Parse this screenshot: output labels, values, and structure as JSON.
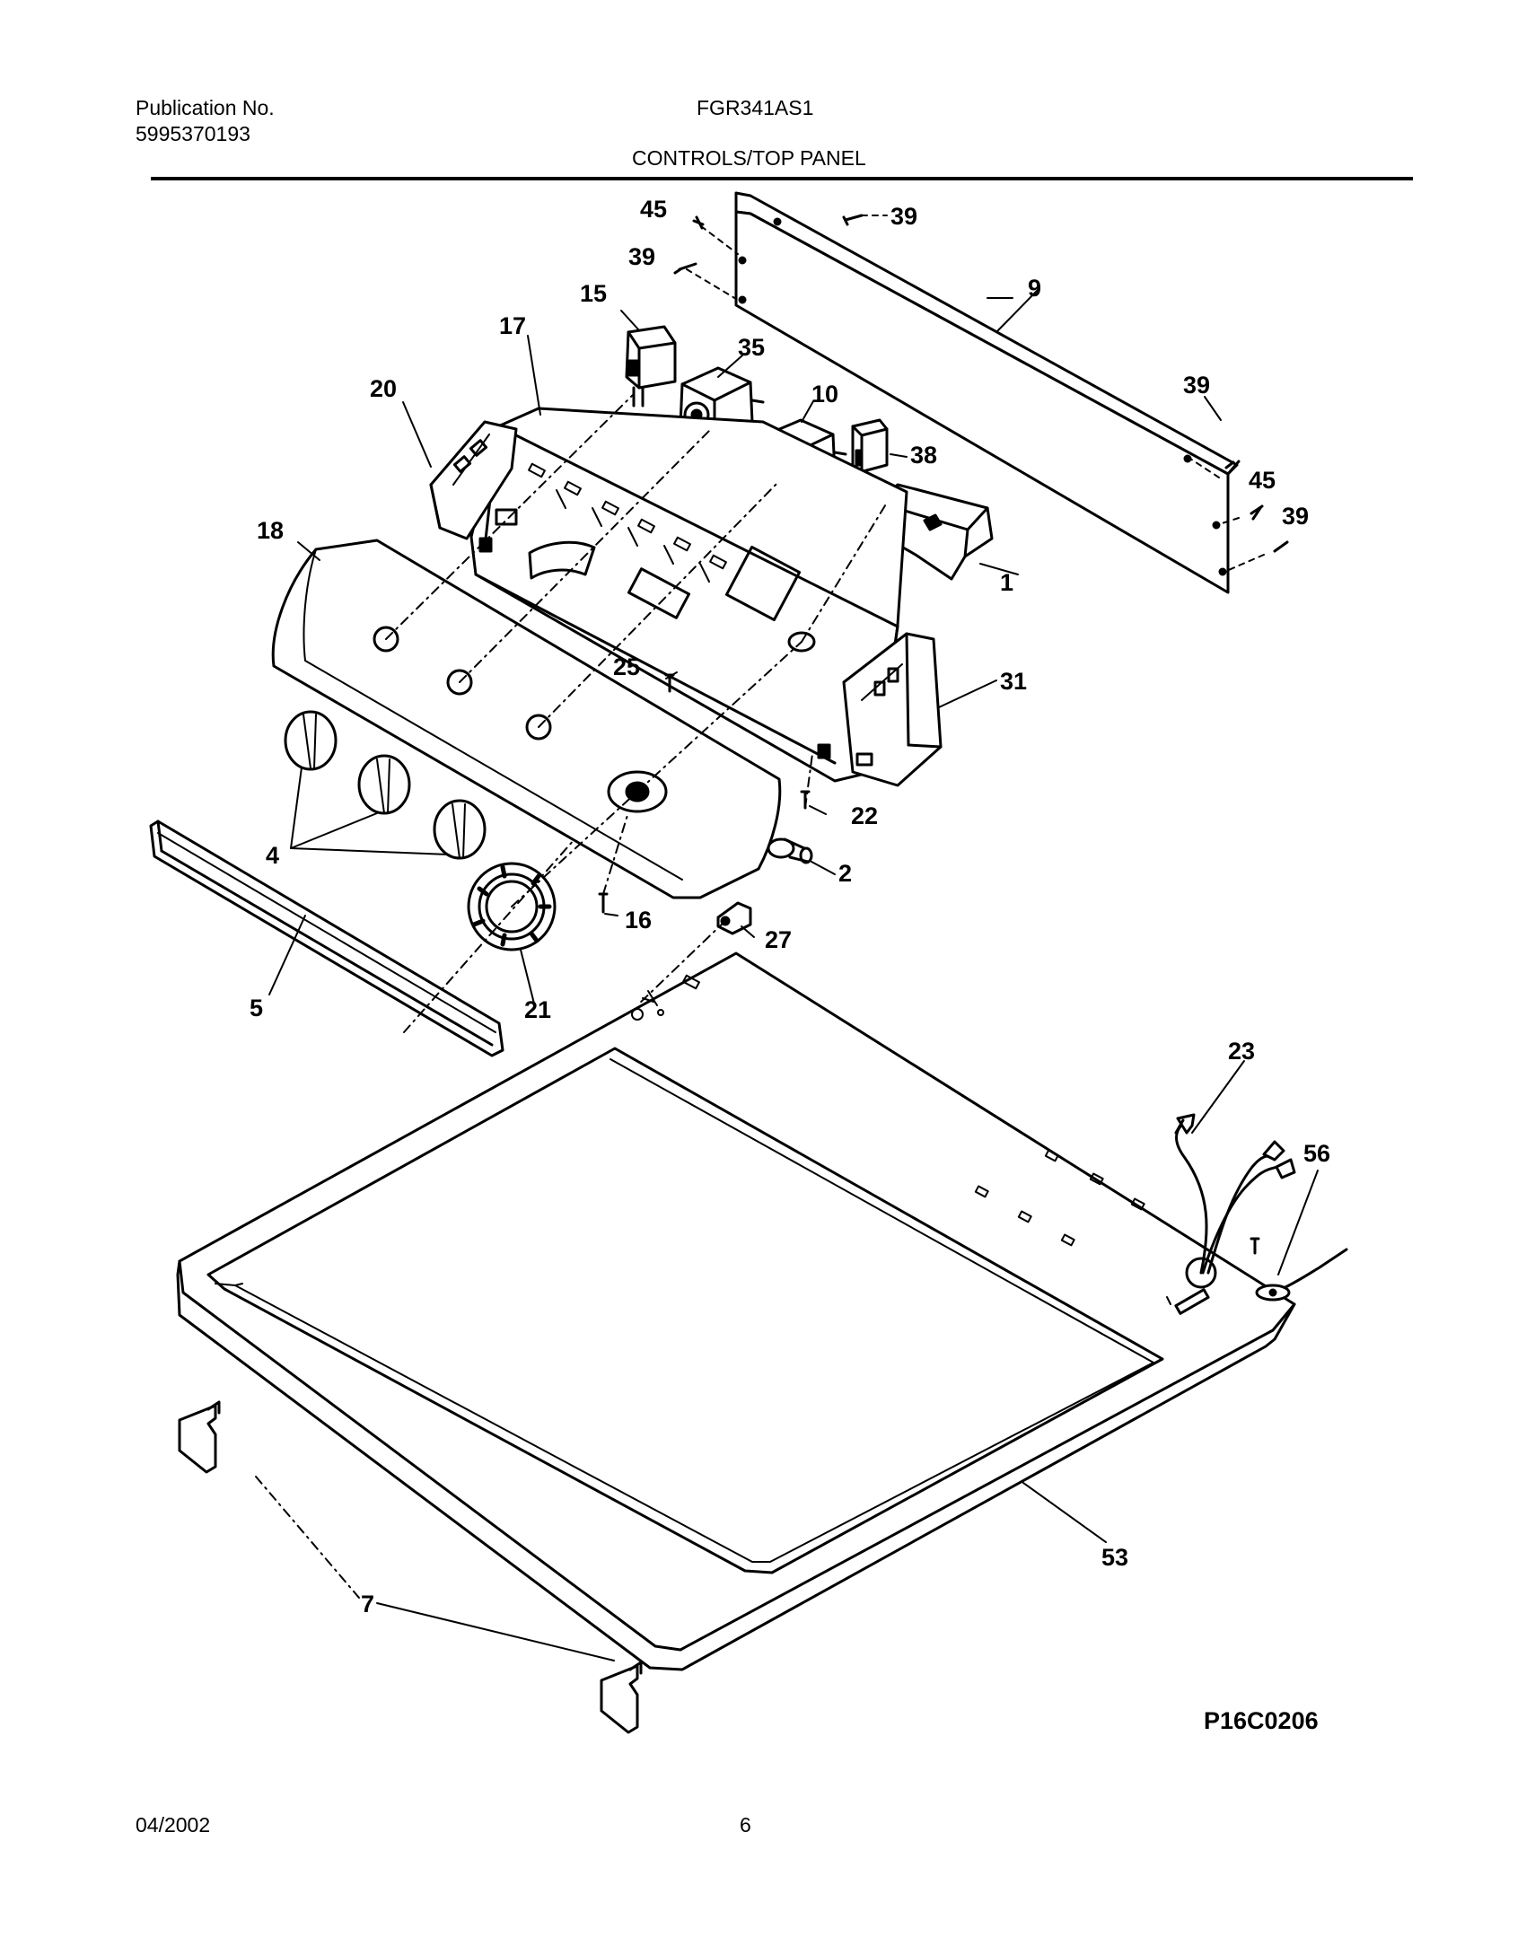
{
  "header": {
    "publication_label": "Publication No.",
    "publication_number": "5995370193",
    "model": "FGR341AS1",
    "section_title": "CONTROLS/TOP PANEL"
  },
  "diagram": {
    "part_labels": [
      "45",
      "39",
      "39",
      "9",
      "15",
      "17",
      "35",
      "10",
      "20",
      "38",
      "39",
      "45",
      "39",
      "1",
      "18",
      "25",
      "31",
      "22",
      "4",
      "2",
      "16",
      "27",
      "5",
      "21",
      "23",
      "56",
      "53",
      "7"
    ],
    "figure_code": "P16C0206"
  },
  "footer": {
    "date": "04/2002",
    "page": "6"
  }
}
